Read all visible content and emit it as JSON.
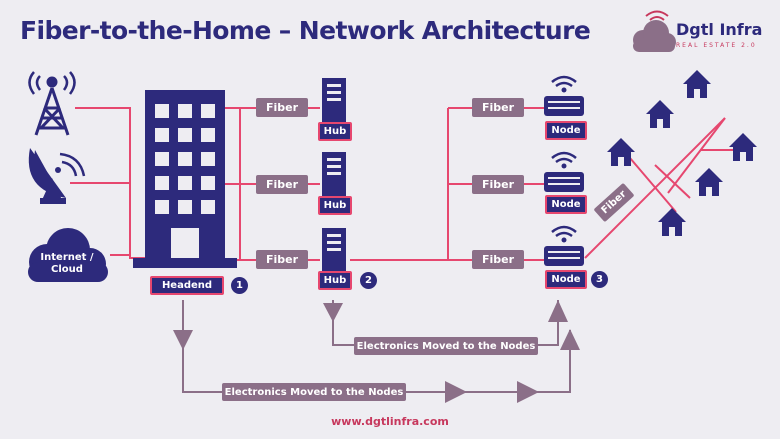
{
  "title": "Fiber-to-the-Home – Network Architecture",
  "brand": {
    "name": "Dgtl Infra",
    "sub": "REAL ESTATE 2.0"
  },
  "sources": {
    "cloud": "Internet / Cloud"
  },
  "labels": {
    "fiber": "Fiber",
    "headend": "Headend",
    "hub": "Hub",
    "node": "Node",
    "moved_to_nodes": "Electronics Moved to the Nodes"
  },
  "steps": [
    "1",
    "2",
    "3"
  ],
  "url": "www.dgtlinfra.com",
  "colors": {
    "navy": "#2d2a7c",
    "pink": "#e6476f",
    "mauve": "#8b6f88",
    "background": "#eeedf2",
    "brand_red": "#c7385d"
  }
}
